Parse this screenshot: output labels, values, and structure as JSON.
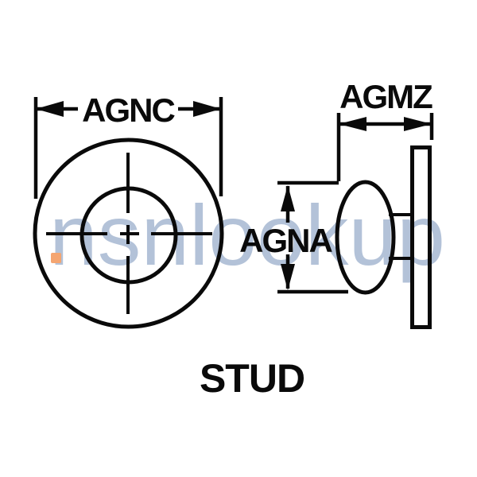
{
  "colors": {
    "background": "#ffffff",
    "line": "#0a0a0a",
    "label": "#0a0a0a",
    "watermark": "#b3c2d8",
    "watermark_dot": "#f4a571"
  },
  "diagram": {
    "caption": "STUD",
    "dimensions": {
      "front_outer_diameter_label": "AGNC",
      "overall_length_label": "AGMZ",
      "head_height_label": "AGNA"
    },
    "watermark": {
      "text": "nsnlookup"
    }
  }
}
